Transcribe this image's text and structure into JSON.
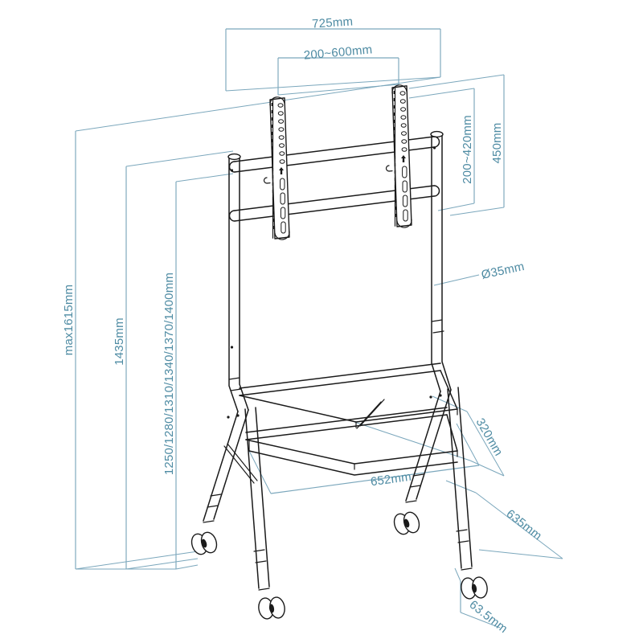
{
  "drawing": {
    "title": "Mobile TV cart technical dimension drawing",
    "units": "mm",
    "line_color": "#7ba7bc",
    "text_color": "#4e8ba3",
    "product_color": "#1a1a1a",
    "background": "#ffffff"
  },
  "dimensions": {
    "overall_width": "725mm",
    "vesa_width": "200~600mm",
    "vesa_height": "200~420mm",
    "bracket_height": "450mm",
    "max_height": "max1615mm",
    "mid_height": "1435mm",
    "adjustable_heights": "1250/1280/1310/1340/1370/1400mm",
    "tube_diameter": "Ø35mm",
    "shelf_depth": "320mm",
    "shelf_width": "652mm",
    "base_depth": "635mm",
    "caster_size": "63.5mm"
  },
  "parts": {
    "left_bracket": "vesa-bracket-left",
    "right_bracket": "vesa-bracket-right",
    "upper_crossbar": "upper-crossbar",
    "lower_crossbar": "lower-crossbar",
    "left_column": "left-vertical-column",
    "right_column": "right-vertical-column",
    "shelf_upper": "upper-shelf",
    "shelf_lower": "lower-shelf",
    "caster_front_left": "caster-front-left",
    "caster_front_right": "caster-front-right",
    "caster_rear_left": "caster-rear-left",
    "caster_rear_right": "caster-rear-right"
  }
}
